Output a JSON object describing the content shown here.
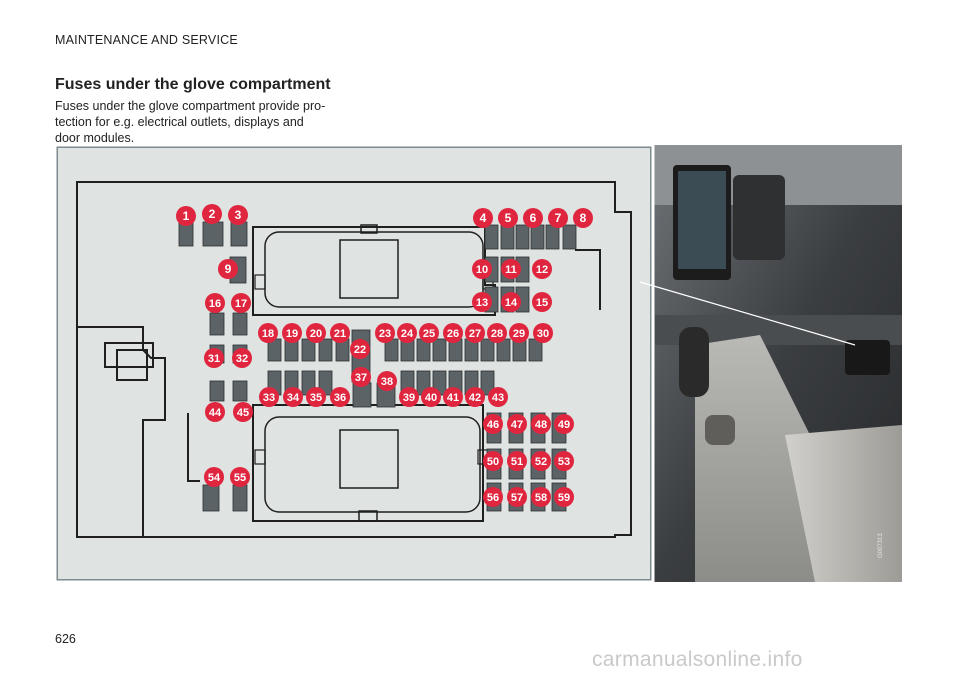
{
  "header": {
    "section": "MAINTENANCE AND SERVICE"
  },
  "heading": {
    "title": "Fuses under the glove compartment"
  },
  "intro": {
    "text": "Fuses under the glove compartment provide pro- tection for e.g. electrical outlets, displays and door modules."
  },
  "figure": {
    "code": "G007313",
    "colors": {
      "badge": "#e0263f",
      "fuse": "#5b6367",
      "panel": "#dfe3e1",
      "line": "#1f1f1f"
    },
    "fuses": [
      "1",
      "2",
      "3",
      "4",
      "5",
      "6",
      "7",
      "8",
      "9",
      "10",
      "11",
      "12",
      "13",
      "14",
      "15",
      "16",
      "17",
      "18",
      "19",
      "20",
      "21",
      "22",
      "23",
      "24",
      "25",
      "26",
      "27",
      "28",
      "29",
      "30",
      "31",
      "32",
      "33",
      "34",
      "35",
      "36",
      "37",
      "38",
      "39",
      "40",
      "41",
      "42",
      "43",
      "44",
      "45",
      "46",
      "47",
      "48",
      "49",
      "50",
      "51",
      "52",
      "53",
      "54",
      "55",
      "56",
      "57",
      "58",
      "59"
    ]
  },
  "footer": {
    "page_number": "626",
    "watermark": "carmanualsonline.info"
  }
}
